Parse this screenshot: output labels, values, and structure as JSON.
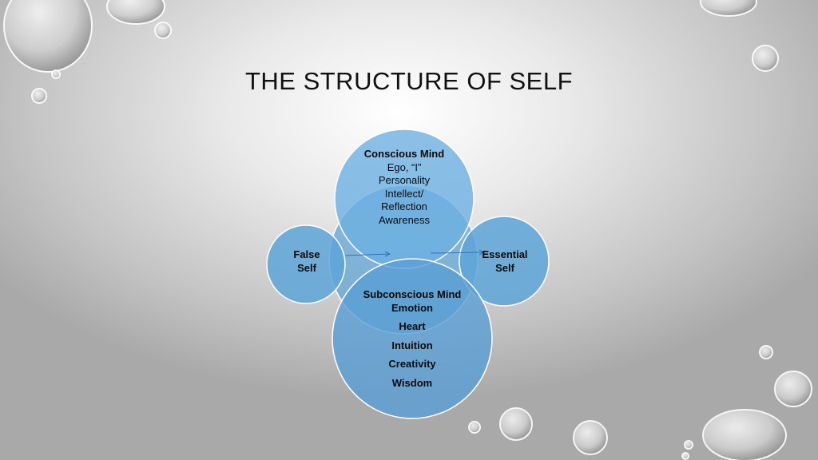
{
  "slide": {
    "title": "THE STRUCTURE OF SELF"
  },
  "diagram": {
    "conscious": {
      "heading": "Conscious Mind",
      "lines": [
        "Ego, “I”",
        "Personality",
        "Intellect/",
        "Reflection",
        "Awareness"
      ]
    },
    "subconscious": {
      "heading": "Subconscious Mind",
      "lines": [
        "Emotion",
        "Heart",
        "Intuition",
        "Creativity",
        "Wisdom"
      ]
    },
    "false_self": {
      "line1": "False",
      "line2": "Self"
    },
    "essential_self": {
      "line1": "Essential",
      "line2": "Self"
    }
  },
  "colors": {
    "circle_fill": "#5ea4d8",
    "circle_stroke": "#ffffff",
    "arrow": "#2f74b5"
  }
}
